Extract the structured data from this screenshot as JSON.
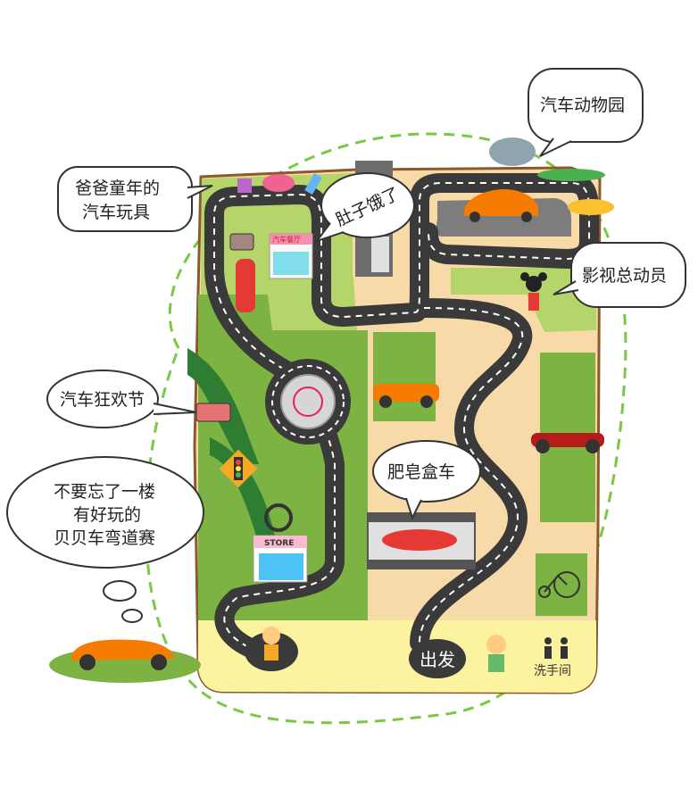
{
  "bubbles": {
    "dad_toys": [
      "爸爸童年的",
      "汽车玩具"
    ],
    "hungry": "肚子饿了",
    "car_zoo": "汽车动物园",
    "movie": "影视总动员",
    "carnival": "汽车狂欢节",
    "soap_box": "肥皂盒车",
    "reminder": [
      "不要忘了一楼",
      "有好玩的",
      "贝贝车弯道赛"
    ]
  },
  "labels": {
    "start": "出发",
    "restroom": "洗手间",
    "restaurant": "汽车餐厅",
    "store": "STORE"
  },
  "colors": {
    "road": "#3a3a3a",
    "dash": "#ffffff",
    "grass": "#7cb342",
    "dark_grass": "#4e9a2f",
    "sand": "#f8d9a8",
    "yellow_path": "#fcf3a0",
    "border": "#8b5a2b",
    "dashed_loop": "#7ac943"
  },
  "icons": [
    "gift-icon",
    "car-icon",
    "pen-icon",
    "camera-icon",
    "radio-icon",
    "traffic-light-icon",
    "steering-wheel-icon",
    "bicycle-icon",
    "restroom-icon",
    "hippo-icon",
    "crocodile-icon",
    "leopard-icon",
    "mickey-icon"
  ]
}
